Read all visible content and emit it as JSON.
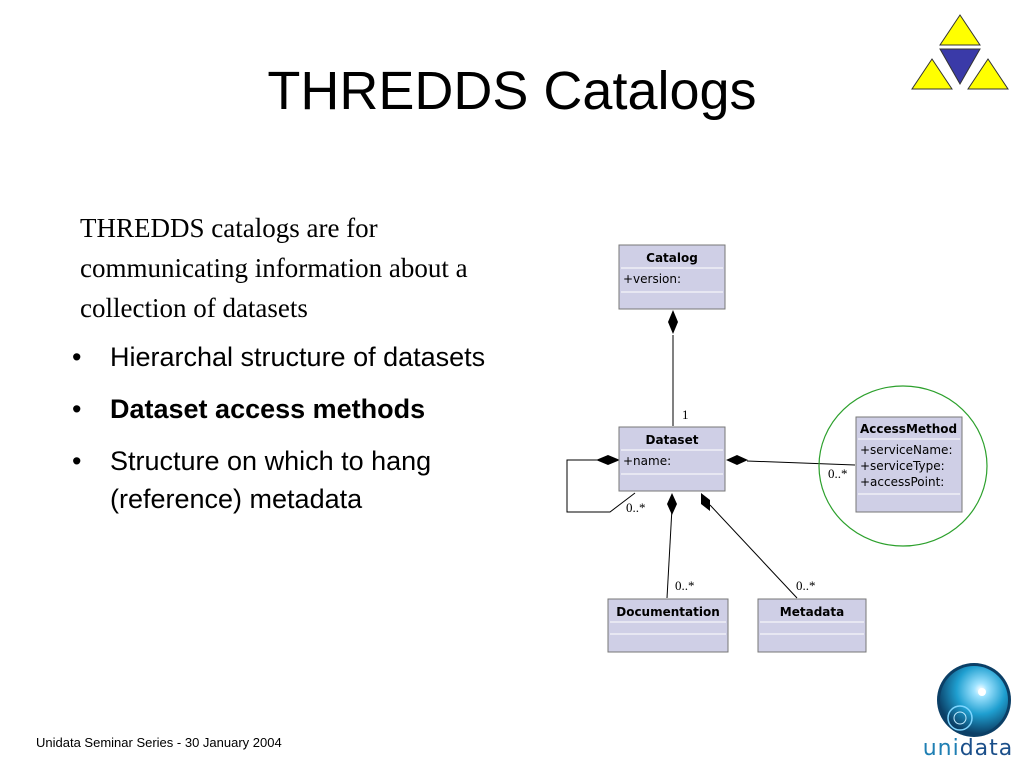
{
  "slide": {
    "title": "THREDDS Catalogs",
    "intro": "THREDDS catalogs are for communicating information about a collection of datasets",
    "bullets": [
      {
        "text": "Hierarchal structure of datasets",
        "bold": false
      },
      {
        "text": "Dataset access methods",
        "bold": true
      },
      {
        "text": "Structure on which to hang (reference) metadata",
        "bold": false
      }
    ],
    "bullet_glyph": "•",
    "footer": "Unidata Seminar Series - 30 January 2004"
  },
  "diagram": {
    "classes": {
      "catalog": {
        "name": "Catalog",
        "attrs": [
          "+version:"
        ]
      },
      "dataset": {
        "name": "Dataset",
        "attrs": [
          "+name:"
        ]
      },
      "access_method": {
        "name": "AccessMethod",
        "attrs": [
          "+serviceName:",
          "+serviceType:",
          "+accessPoint:"
        ]
      },
      "documentation": {
        "name": "Documentation",
        "attrs": []
      },
      "metadata": {
        "name": "Metadata",
        "attrs": []
      }
    },
    "multiplicities": {
      "catalog_dataset": "1",
      "dataset_self": "0..*",
      "dataset_access": "0..*",
      "dataset_documentation": "0..*",
      "dataset_metadata": "0..*"
    },
    "colors": {
      "class_fill": "#cfcfe6",
      "class_border": "#777777",
      "highlight": "#2ca02c"
    }
  },
  "logo": {
    "text_light": "uni",
    "text_dark": "data",
    "colors": {
      "yellow": "#ffff00",
      "blue": "#3a3aa8",
      "teal": "#1f9fd0"
    }
  }
}
